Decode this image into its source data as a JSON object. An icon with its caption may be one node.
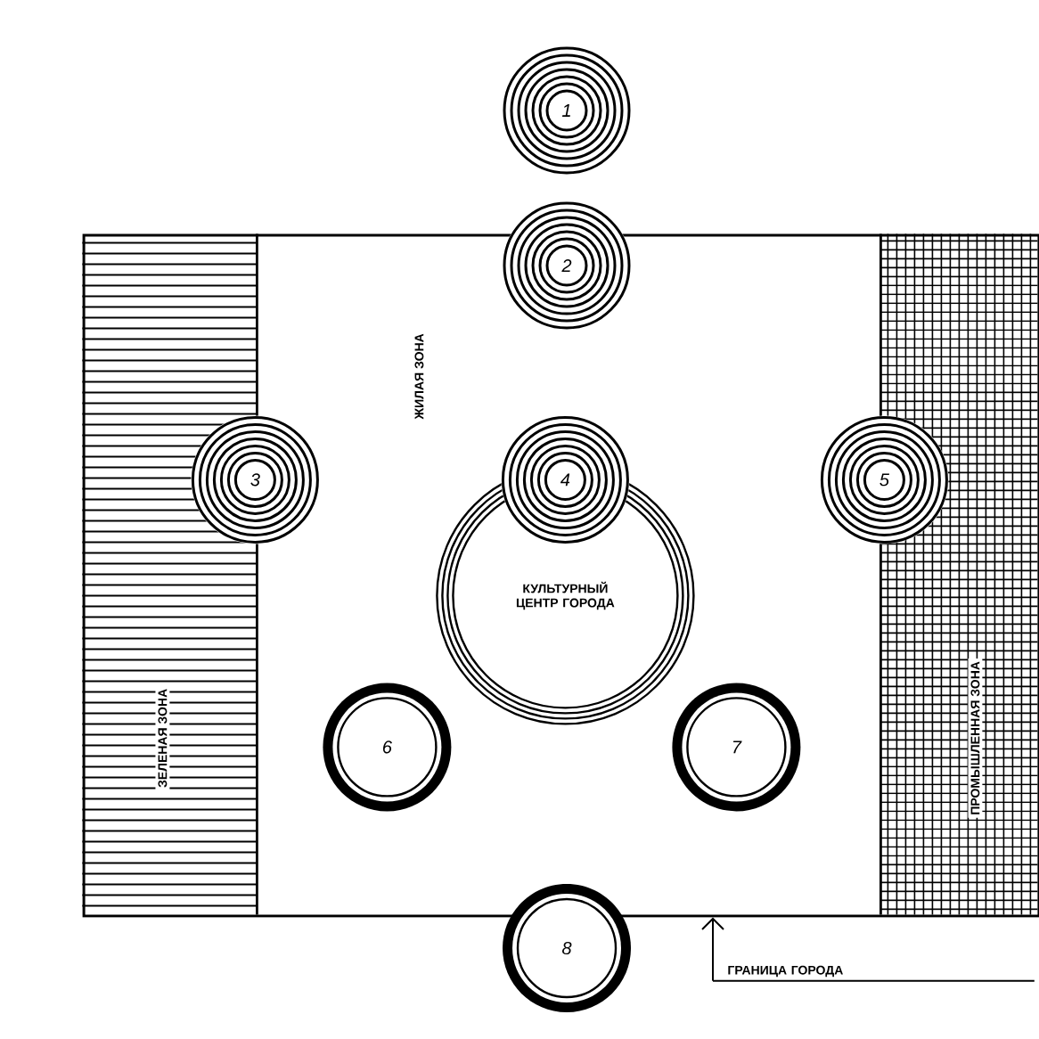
{
  "diagram": {
    "nodes": [
      {
        "text": [
          "1"
        ]
      },
      {
        "text": [
          "2"
        ]
      },
      {
        "text": [],
        "shape": "box"
      },
      {
        "text": [
          "ЗЕЛЕНАЯ ЗОНА"
        ],
        "in": 2
      },
      {
        "text": [
          "ЖИЛАЯ ЗОНА"
        ],
        "in": 2
      },
      {
        "text": [
          "ПРОМЫШЛЕННАЯ ЗОНА"
        ],
        "in": 2
      },
      {
        "text": [
          "3"
        ],
        "in": 2
      },
      {
        "text": [
          "КУЛЬТУРНЫЙ ЦЕНТР ГОРОДА"
        ],
        "in": 2
      },
      {
        "text": [
          "4"
        ],
        "in": 2
      },
      {
        "text": [
          "5"
        ],
        "in": 2
      },
      {
        "text": [
          "6"
        ],
        "in": 2
      },
      {
        "text": [
          "7"
        ],
        "in": 2
      },
      {
        "text": [
          "8"
        ]
      },
      {
        "text": [
          "ГРАНИЦА ГОРОДА"
        ]
      }
    ],
    "edges": [
      {
        "from": 13,
        "to": 2,
        "arrow": "to"
      }
    ]
  }
}
